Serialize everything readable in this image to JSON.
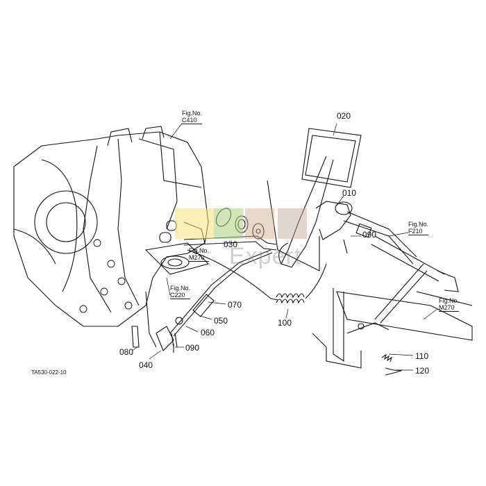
{
  "diagram_code": "TA530-022-10",
  "figure_refs": [
    {
      "line1": "Fig.No.",
      "line2": "C410"
    },
    {
      "line1": "Fig.No.",
      "line2": "F210"
    },
    {
      "line1": "Fig.No.",
      "line2": "M270"
    },
    {
      "line1": "Fig.No.",
      "line2": "C220"
    },
    {
      "line1": "Fig.No.",
      "line2": "M270"
    }
  ],
  "part_labels": [
    "020",
    "010",
    "090",
    "030",
    "070",
    "050",
    "060",
    "100",
    "080",
    "040",
    "090",
    "110",
    "120"
  ],
  "watermark": {
    "text": "Expert",
    "colors": [
      "#f3e07a",
      "#a9d27d",
      "#c9a88a",
      "#bfa190"
    ]
  }
}
